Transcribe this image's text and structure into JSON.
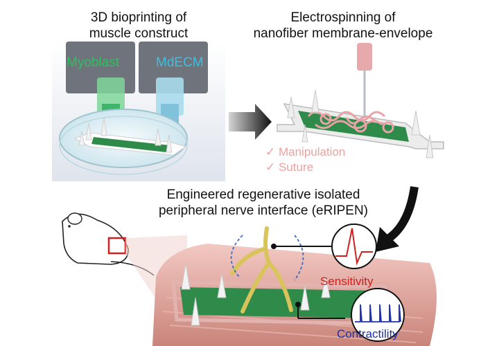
{
  "titles": {
    "bioprinting_line1": "3D bioprinting of",
    "bioprinting_line2": "muscle construct",
    "electrospinning_line1": "Electrospinning of",
    "electrospinning_line2": "nanofiber membrane-envelope",
    "eripen_line1": "Engineered regenerative isolated",
    "eripen_line2": "peripheral nerve interface (eRIPEN)"
  },
  "syringes": {
    "left_label": "Myoblast",
    "right_label": "MdECM"
  },
  "checklist": {
    "item1": "✓ Manipulation",
    "item2": "✓ Suture"
  },
  "outcomes": {
    "sensitivity": "Sensitivity",
    "contractility": "Contractility"
  },
  "colors": {
    "myoblast": "#2fbf5f",
    "mdecm": "#3fbfe0",
    "checklist": "#e8a3a0",
    "sensitivity": "#d11f1f",
    "contractility": "#1a2fb0",
    "muscle_green": "#2e8b4a",
    "nerve_yellow": "#d8c45a"
  }
}
